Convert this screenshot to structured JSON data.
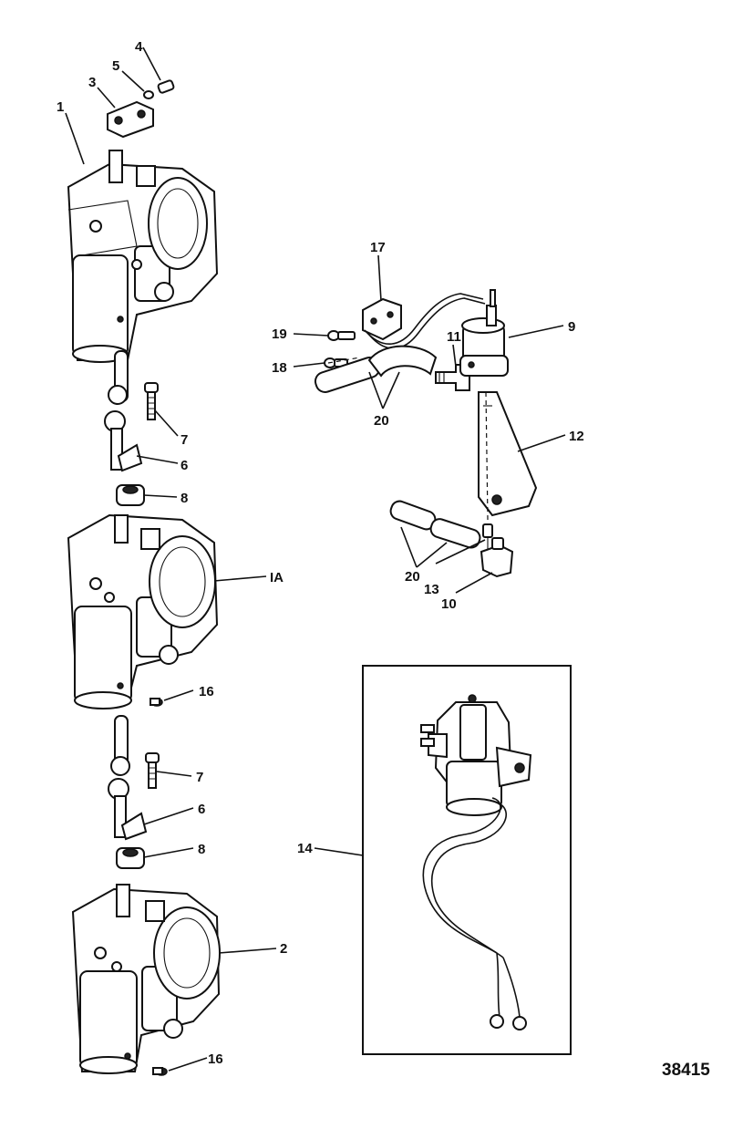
{
  "diagram": {
    "figure_number": "38415",
    "callouts": {
      "c1": "1",
      "c1a": "IA",
      "c2": "2",
      "c3": "3",
      "c4": "4",
      "c5": "5",
      "c6a": "6",
      "c6b": "6",
      "c7a": "7",
      "c7b": "7",
      "c8a": "8",
      "c8b": "8",
      "c9": "9",
      "c10": "10",
      "c11": "11",
      "c12": "12",
      "c13": "13",
      "c14": "14",
      "c16a": "16",
      "c16b": "16",
      "c17": "17",
      "c18": "18",
      "c19": "19",
      "c20a": "20",
      "c20b": "20"
    }
  },
  "colors": {
    "ink": "#111111",
    "paper": "#ffffff"
  }
}
